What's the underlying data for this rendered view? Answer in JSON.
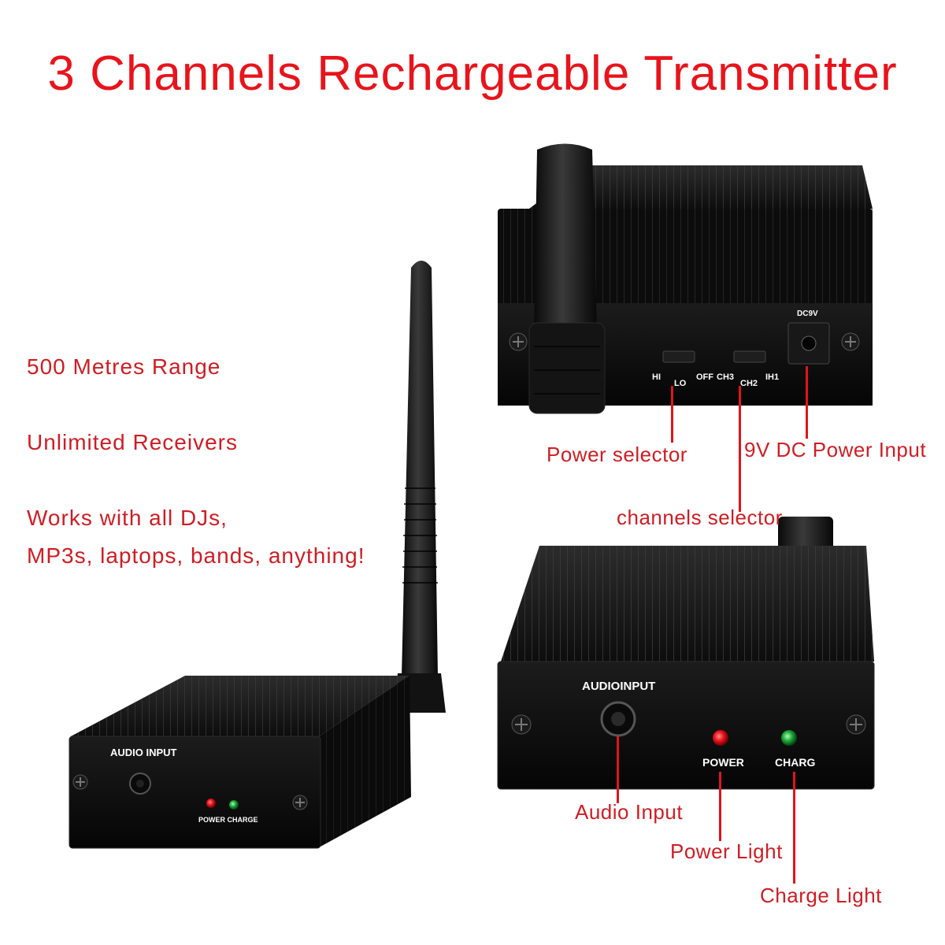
{
  "title": "3 Channels Rechargeable Transmitter",
  "features": [
    "500 Metres Range",
    "Unlimited Receivers",
    "Works with all DJs,",
    "MP3s, laptops, bands, anything!"
  ],
  "callouts": {
    "power_selector": "Power selector",
    "dc_input": "9V DC Power Input",
    "channels_selector": "channels selector",
    "audio_input": "Audio Input",
    "power_light": "Power Light",
    "charge_light": "Charge Light"
  },
  "device_labels": {
    "audio_input": "AUDIO INPUT",
    "audioinput_closeup": "AUDIOINPUT",
    "power": "POWER",
    "charg": "CHARG",
    "power_charge": "POWER CHARGE",
    "dc9v": "DC9V",
    "hi": "HI",
    "lo": "LO",
    "off": "OFF",
    "ch3": "CH3",
    "ch2": "CH2",
    "ch1": "IH1"
  },
  "colors": {
    "accent": "#e8141c",
    "device": "#141414",
    "power_led": "#e8141c",
    "charge_led": "#1fa83a"
  }
}
